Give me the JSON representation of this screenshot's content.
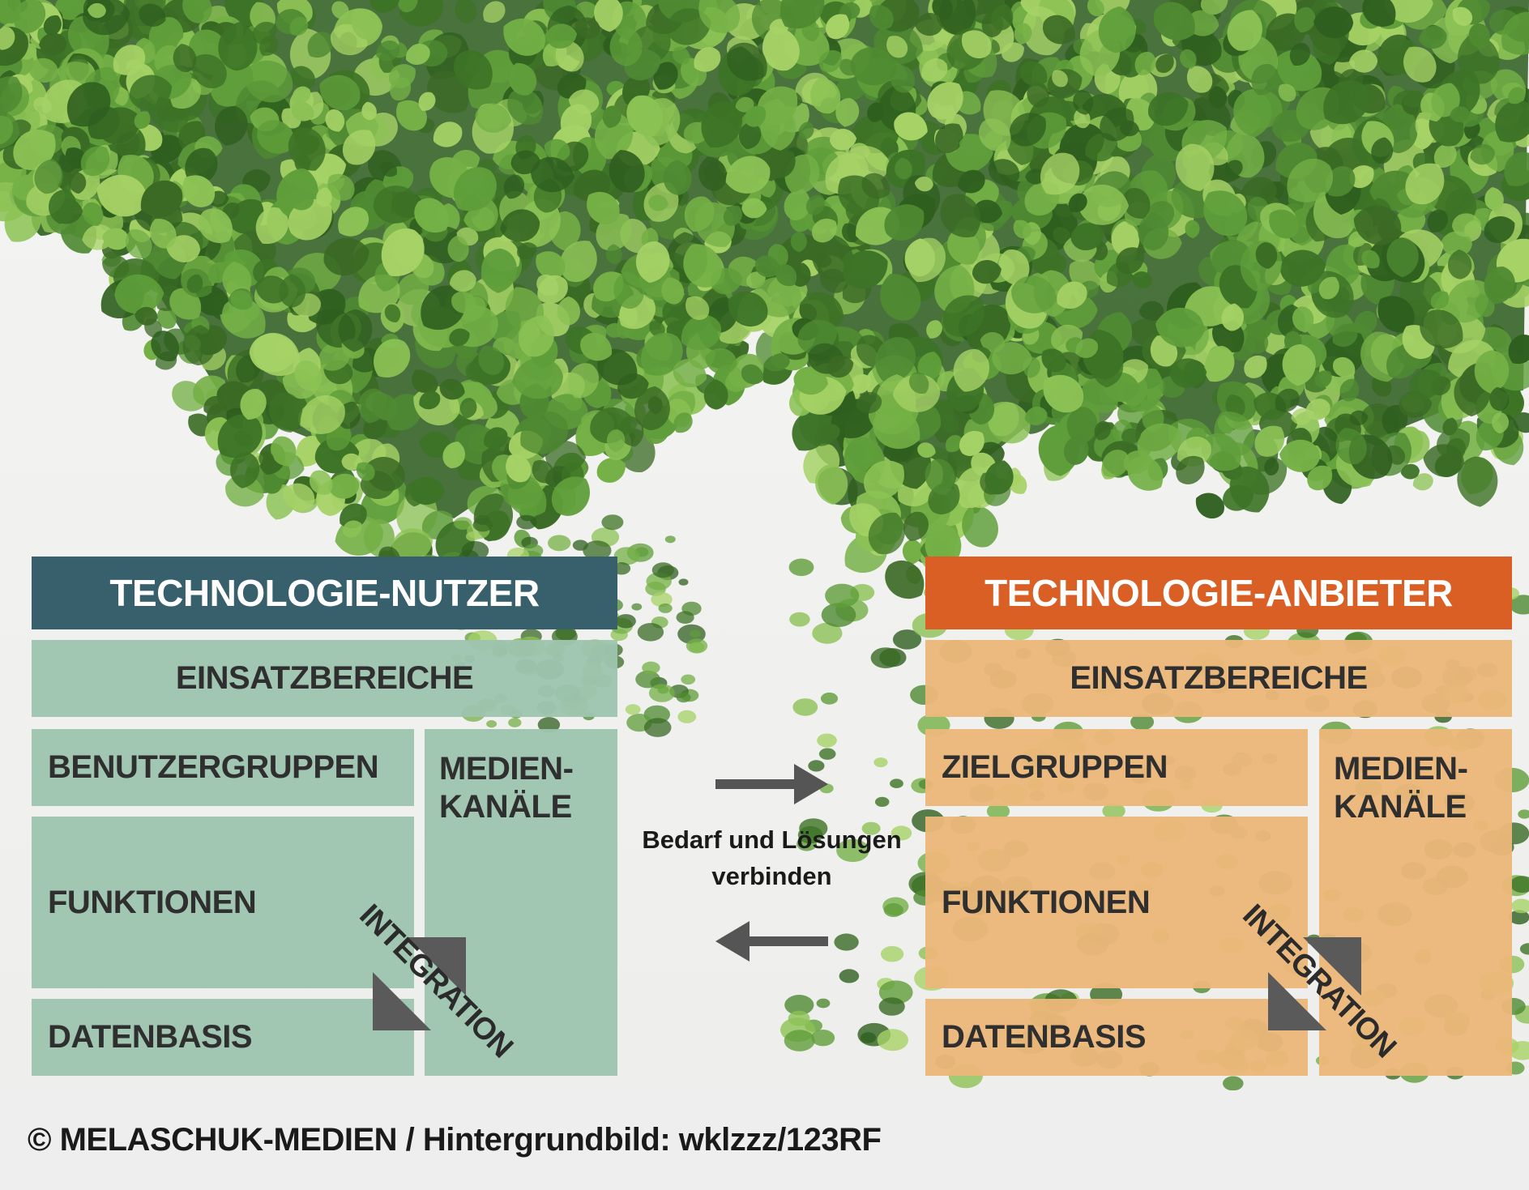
{
  "colors": {
    "nutzer_header": "#37606c",
    "anbieter_header": "#d95f24",
    "nutzer_box": "#9dc4ae",
    "anbieter_box": "#ebb77a",
    "arrow": "#555555",
    "foliage": "#4f8a32"
  },
  "background": {
    "description_icon": "ivy-foliage-background"
  },
  "nutzer": {
    "title": "TECHNOLOGIE-NUTZER",
    "einsatz": "EINSATZBEREICHE",
    "gruppen": "BENUTZERGRUPPEN",
    "funktionen": "FUNKTIONEN",
    "datenbasis": "DATENBASIS",
    "medien_line1": "MEDIEN-",
    "medien_line2": "KANÄLE",
    "integration": "INTEGRATION"
  },
  "anbieter": {
    "title": "TECHNOLOGIE-ANBIETER",
    "einsatz": "EINSATZBEREICHE",
    "gruppen": "ZIELGRUPPEN",
    "funktionen": "FUNKTIONEN",
    "datenbasis": "DATENBASIS",
    "medien_line1": "MEDIEN-",
    "medien_line2": "KANÄLE",
    "integration": "INTEGRATION"
  },
  "center": {
    "line1": "Bedarf und Lösungen",
    "line2": "verbinden",
    "arrow_right_icon": "arrow-right-icon",
    "arrow_left_icon": "arrow-left-icon"
  },
  "footer": {
    "copyright": "© MELASCHUK-MEDIEN / Hintergrundbild: wklzzz/123RF"
  }
}
